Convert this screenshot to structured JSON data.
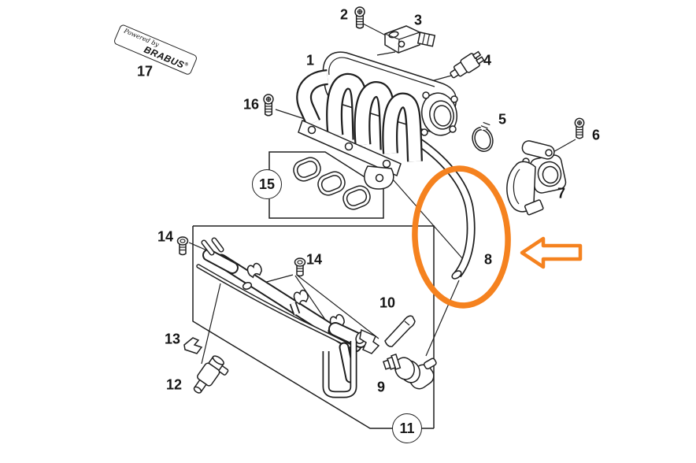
{
  "diagram": {
    "background": "#ffffff",
    "line_color": "#1f1f1f",
    "highlight_color": "#F5821F"
  },
  "sticker": {
    "prefix": "Powered by",
    "brand": "BRABUS",
    "trademark": "®"
  },
  "callouts": {
    "c1": "1",
    "c2": "2",
    "c3": "3",
    "c4": "4",
    "c5": "5",
    "c6": "6",
    "c7": "7",
    "c8": "8",
    "c9": "9",
    "c10": "10",
    "c11": "11",
    "c12": "12",
    "c13": "13",
    "c14a": "14",
    "c14b": "14",
    "c15": "15",
    "c16": "16",
    "c17": "17"
  }
}
